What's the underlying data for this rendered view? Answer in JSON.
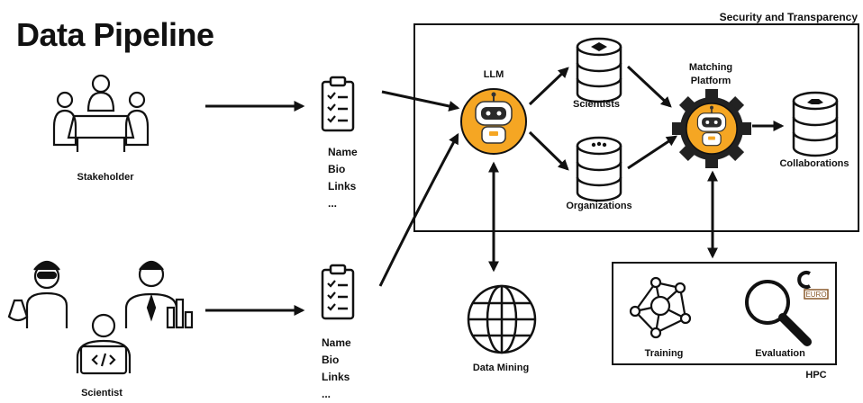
{
  "title": "Data Pipeline",
  "security_label": "Security and Transparency",
  "nodes": {
    "stakeholder": "Stakeholder",
    "scientist": "Scientist",
    "llm": "LLM",
    "scientists_db": "Scientists",
    "organizations_db": "Organizations",
    "matching_platform": "Matching\nPlatform",
    "collaborations": "Collaborations",
    "data_mining": "Data Mining",
    "training": "Training",
    "evaluation": "Evaluation",
    "hpc": "HPC",
    "euro_logo": "EURO"
  },
  "profile_fields": [
    "Name",
    "Bio",
    "Links",
    "..."
  ],
  "colors": {
    "robot_orange": "#f5a623",
    "line": "#111111",
    "accent_brown": "#8a5a2b"
  }
}
